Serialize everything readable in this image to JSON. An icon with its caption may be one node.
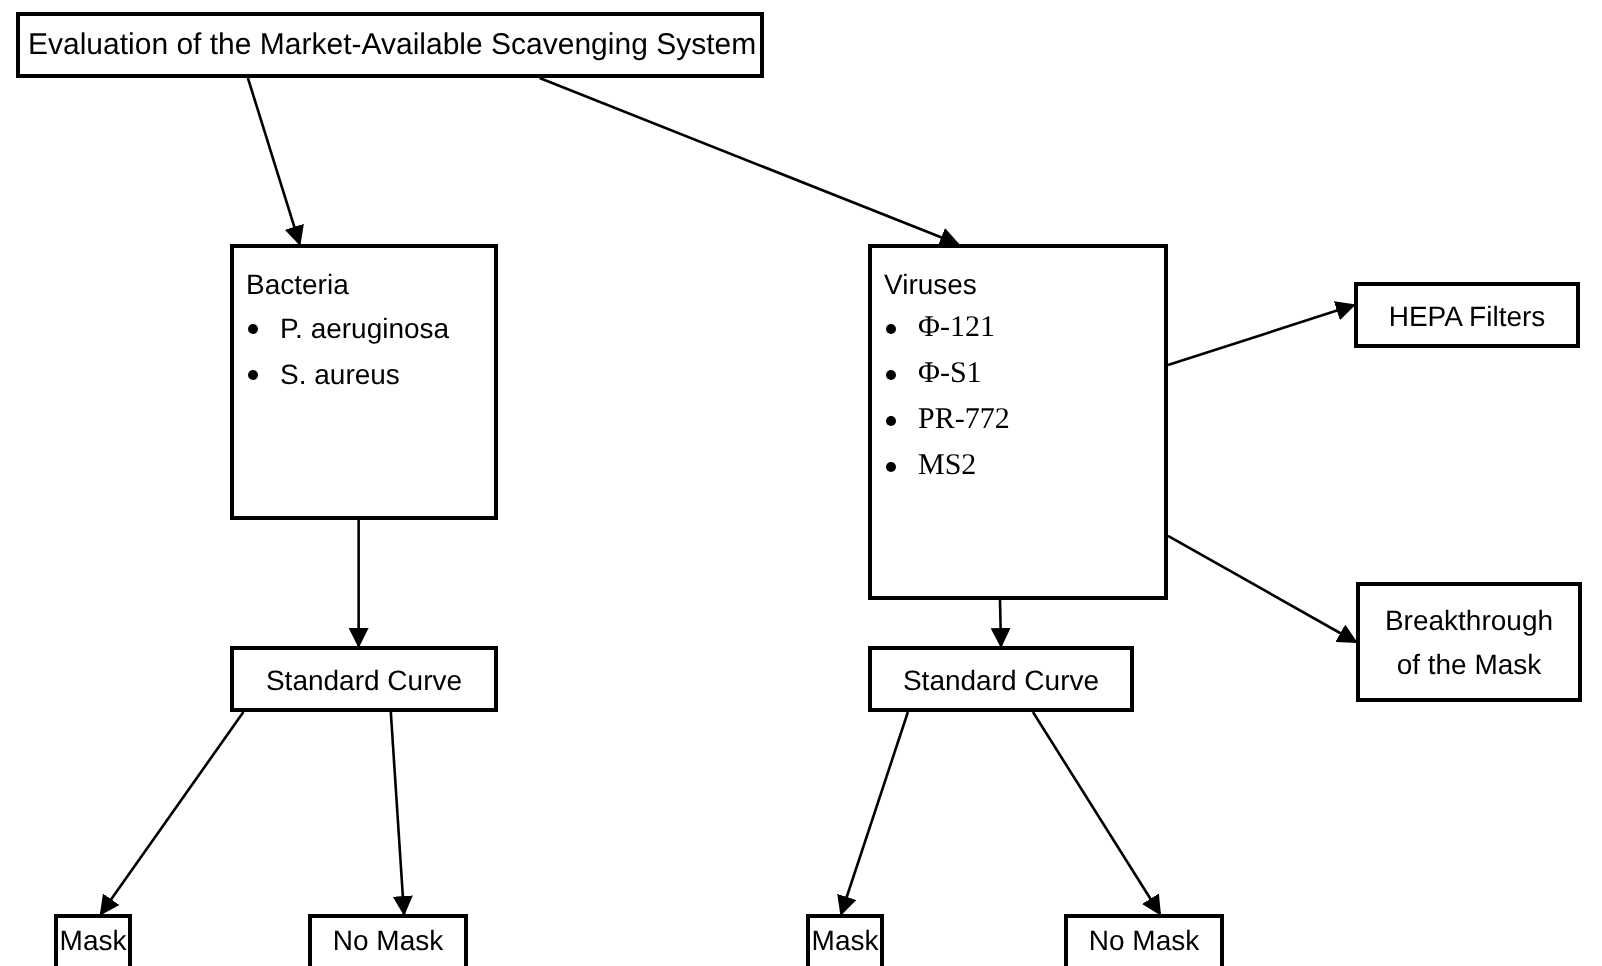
{
  "diagram": {
    "nodes": [
      {
        "text": [
          "Evaluation of the Market-Available Scavenging System"
        ]
      },
      {
        "text": [
          "Bacteria",
          "P. aeruginosa",
          "S. aureus"
        ]
      },
      {
        "text": [
          "Viruses",
          "Φ-121",
          "Φ-S1",
          "PR-772",
          "MS2"
        ]
      },
      {
        "text": [
          "HEPA Filters"
        ]
      },
      {
        "text": [
          "Breakthrough of the Mask"
        ]
      },
      {
        "text": [
          "Standard Curve"
        ]
      },
      {
        "text": [
          "Standard Curve"
        ]
      },
      {
        "text": [
          "Mask"
        ]
      },
      {
        "text": [
          "No Mask"
        ]
      },
      {
        "text": [
          "Mask"
        ]
      },
      {
        "text": [
          "No Mask"
        ]
      }
    ],
    "edges": [
      {
        "from": 0,
        "to": 1,
        "arrow": "to"
      },
      {
        "from": 0,
        "to": 2,
        "arrow": "to"
      },
      {
        "from": 2,
        "to": 3,
        "arrow": "to"
      },
      {
        "from": 2,
        "to": 4,
        "arrow": "to"
      },
      {
        "from": 1,
        "to": 5,
        "arrow": "to"
      },
      {
        "from": 2,
        "to": 6,
        "arrow": "to"
      },
      {
        "from": 5,
        "to": 7,
        "arrow": "to"
      },
      {
        "from": 5,
        "to": 8,
        "arrow": "to"
      },
      {
        "from": 6,
        "to": 9,
        "arrow": "to"
      },
      {
        "from": 6,
        "to": 10,
        "arrow": "to"
      }
    ]
  }
}
